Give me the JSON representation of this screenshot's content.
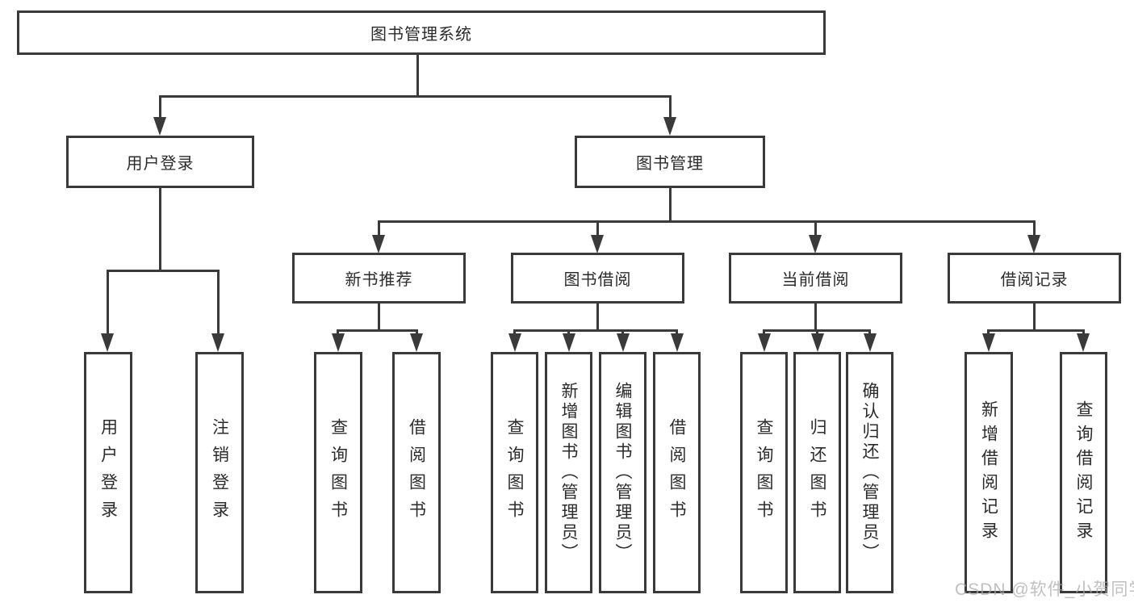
{
  "diagram": {
    "root": {
      "label": "图书管理系统"
    },
    "level2": [
      {
        "label": "用户登录"
      },
      {
        "label": "图书管理"
      }
    ],
    "level3": [
      {
        "label": "新书推荐"
      },
      {
        "label": "图书借阅"
      },
      {
        "label": "当前借阅"
      },
      {
        "label": "借阅记录"
      }
    ],
    "leaves": {
      "user_login": [
        "用户登录",
        "注销登录"
      ],
      "new_book_recommend": [
        "查询图书",
        "借阅图书"
      ],
      "book_borrow": [
        "查询图书",
        "新增图书（管理员）",
        "编辑图书（管理员）",
        "借阅图书"
      ],
      "current_borrow": [
        "查询图书",
        "归还图书",
        "确认归还（管理员）"
      ],
      "borrow_records": [
        "新增借阅记录",
        "查询借阅记录"
      ]
    }
  },
  "watermark": {
    "text": "CSDN @软件_小贺同学"
  },
  "colors": {
    "line": "#3a3a3a",
    "box_border": "#3a3a3a",
    "text": "#2b2b2b",
    "watermark": "#a9a9a9",
    "background": "#ffffff"
  }
}
